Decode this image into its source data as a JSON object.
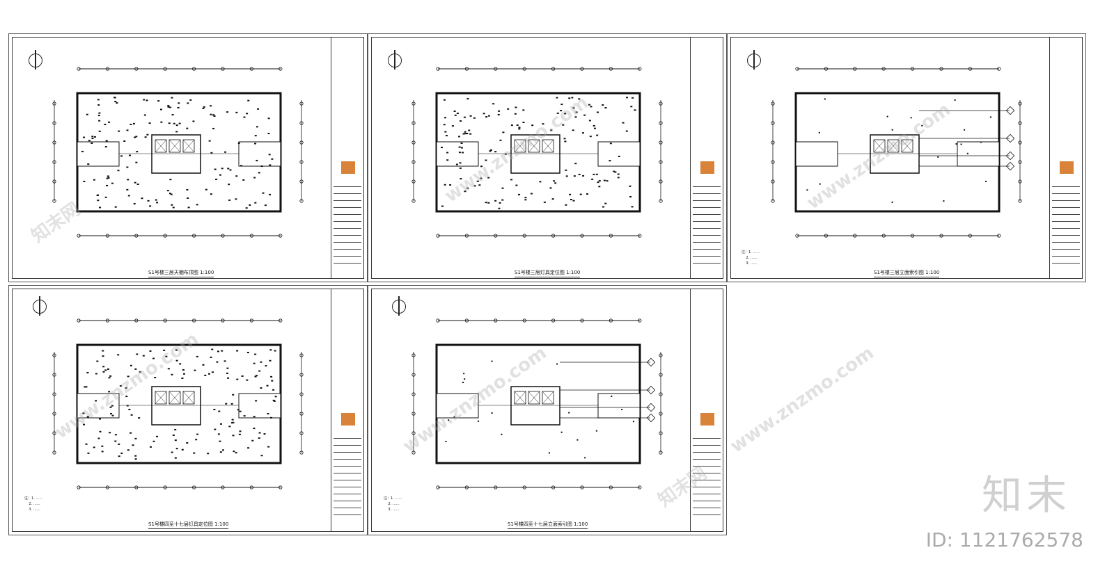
{
  "sheets": [
    {
      "title": "S1号楼三层天棚布顶图 1:100",
      "has_notes": false
    },
    {
      "title": "S1号楼三层灯具定位图 1:100",
      "has_notes": false
    },
    {
      "title": "S1号楼三层立面索引图 1:100",
      "has_notes": true
    },
    {
      "title": "S1号楼四至十七层灯具定位图 1:100",
      "has_notes": true
    },
    {
      "title": "S1号楼四至十七层立面索引图 1:100",
      "has_notes": true
    }
  ],
  "watermark": {
    "site": "www.znzmo.com",
    "brand": "知末",
    "brand_tile": "知末网",
    "id_label": "ID: 1121762578"
  },
  "colors": {
    "line": "#111111",
    "logo": "#d9823a",
    "watermark": "#aaaaaa"
  }
}
